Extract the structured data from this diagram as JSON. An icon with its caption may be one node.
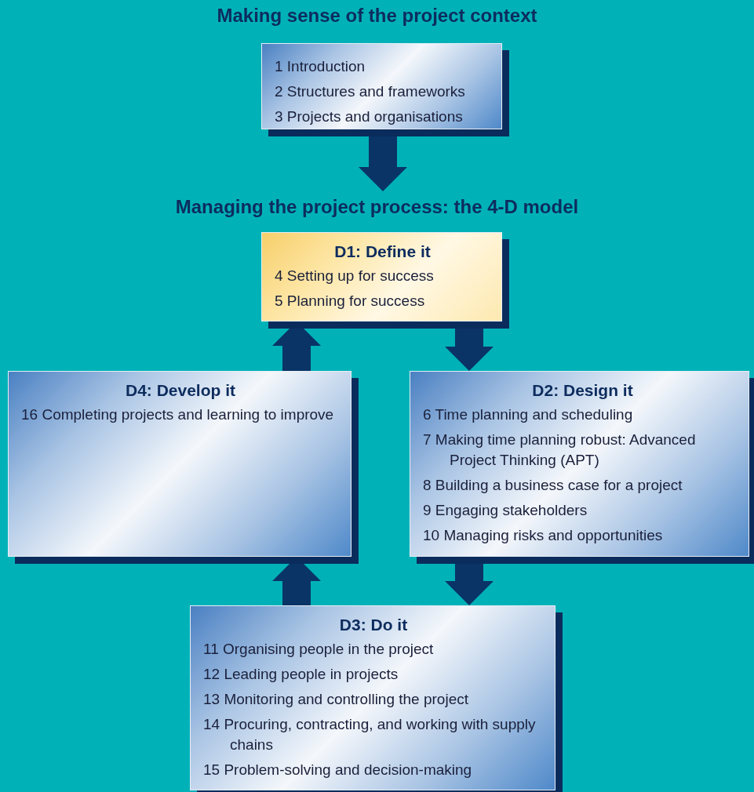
{
  "diagram": {
    "title": "Making sense of the project context",
    "nodes": [
      {
        "text": [
          "1 Introduction",
          "2 Structures and frameworks",
          "3 Projects and organisations"
        ]
      },
      {
        "text": [
          "Managing the project process: the 4-D model"
        ]
      },
      {
        "text": [
          "D1: Define it",
          "4 Setting up for success",
          "5 Planning for success"
        ]
      },
      {
        "text": [
          "D4: Develop it",
          "16 Completing projects and learning to improve"
        ]
      },
      {
        "text": [
          "D2: Design it",
          "6 Time planning and scheduling",
          "7 Making time planning robust: Advanced Project Thinking (APT)",
          "8 Building a business case for a project",
          "9 Engaging stakeholders",
          "10 Managing risks and opportunities"
        ]
      },
      {
        "text": [
          "D3: Do it",
          "11 Organising people in the project",
          "12 Leading people in projects",
          "13 Monitoring and controlling the project",
          "14 Procuring, contracting, and working with supply chains",
          "15 Problem-solving and decision-making"
        ]
      }
    ],
    "edges": [
      {
        "from": 0,
        "to": 1,
        "arrow": "to"
      },
      {
        "from": 2,
        "to": 4,
        "arrow": "to"
      },
      {
        "from": 4,
        "to": 5,
        "arrow": "to"
      },
      {
        "from": 5,
        "to": 3,
        "arrow": "to"
      },
      {
        "from": 3,
        "to": 2,
        "arrow": "to"
      }
    ]
  }
}
